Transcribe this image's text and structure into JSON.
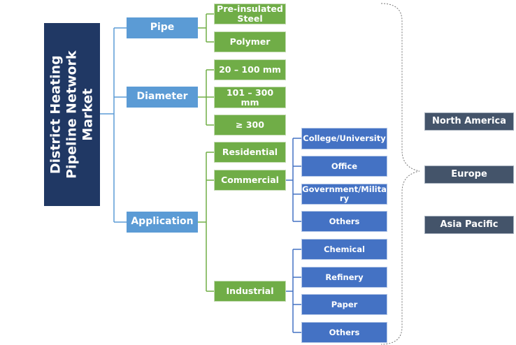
{
  "title": "District Heating\nPipeline Network\nMarket",
  "level1": [
    "Pipe",
    "Diameter",
    "Application"
  ],
  "pipe": [
    "Pre-insulated Steel",
    "Polymer"
  ],
  "diameter": [
    "20 – 100 mm",
    "101 – 300 mm",
    "≥ 300"
  ],
  "application": [
    "Residential",
    "Commercial",
    "Industrial"
  ],
  "commercial": [
    "College/University",
    "Office",
    "Government/Military",
    "Others"
  ],
  "industrial": [
    "Chemical",
    "Refinery",
    "Paper",
    "Others"
  ],
  "regions": [
    "North America",
    "Europe",
    "Asia Pacific"
  ],
  "colors": {
    "title": "#203864",
    "level1": "#5b9bd5",
    "level2": "#70ad47",
    "level3": "#4472c4",
    "region": "#44546a"
  }
}
